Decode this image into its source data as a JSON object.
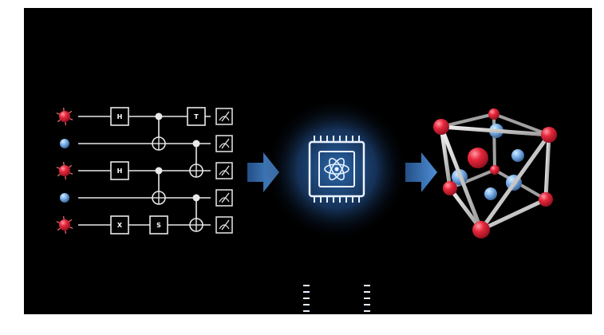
{
  "colors": {
    "background": "#000000",
    "wire": "#e8e8e8",
    "atom_red": "#e8283c",
    "atom_blue": "#6aa7e6",
    "arrow_blue": "#3f7fc6",
    "chip_glow": "#3f7fc6",
    "chip_line": "#eaf2ff"
  },
  "circuit": {
    "qubits": [
      {
        "atom": "red"
      },
      {
        "atom": "blue"
      },
      {
        "atom": "red"
      },
      {
        "atom": "blue"
      },
      {
        "atom": "red"
      }
    ],
    "gates": [
      {
        "qubit": 0,
        "step": 0,
        "label": "H"
      },
      {
        "qubit": 0,
        "step": 2,
        "label": "T"
      },
      {
        "qubit": 2,
        "step": 0,
        "label": "H"
      },
      {
        "qubit": 4,
        "step": 0,
        "label": "X"
      },
      {
        "qubit": 4,
        "step": 1,
        "label": "S"
      }
    ],
    "cnots": [
      {
        "step": 1,
        "control": 0,
        "target": 1
      },
      {
        "step": 1,
        "control": 2,
        "target": 3
      },
      {
        "step": 2,
        "control": 1,
        "target": 2
      },
      {
        "step": 2,
        "control": 3,
        "target": 4
      }
    ],
    "measurement_icon": "meter-icon"
  },
  "processor": {
    "icon": "quantum-chip-icon",
    "inner_icon": "atom-icon"
  },
  "arrows": [
    {
      "icon": "arrow-right-icon"
    },
    {
      "icon": "arrow-right-icon"
    }
  ],
  "lattice": {
    "icon": "crystal-lattice-icon"
  }
}
